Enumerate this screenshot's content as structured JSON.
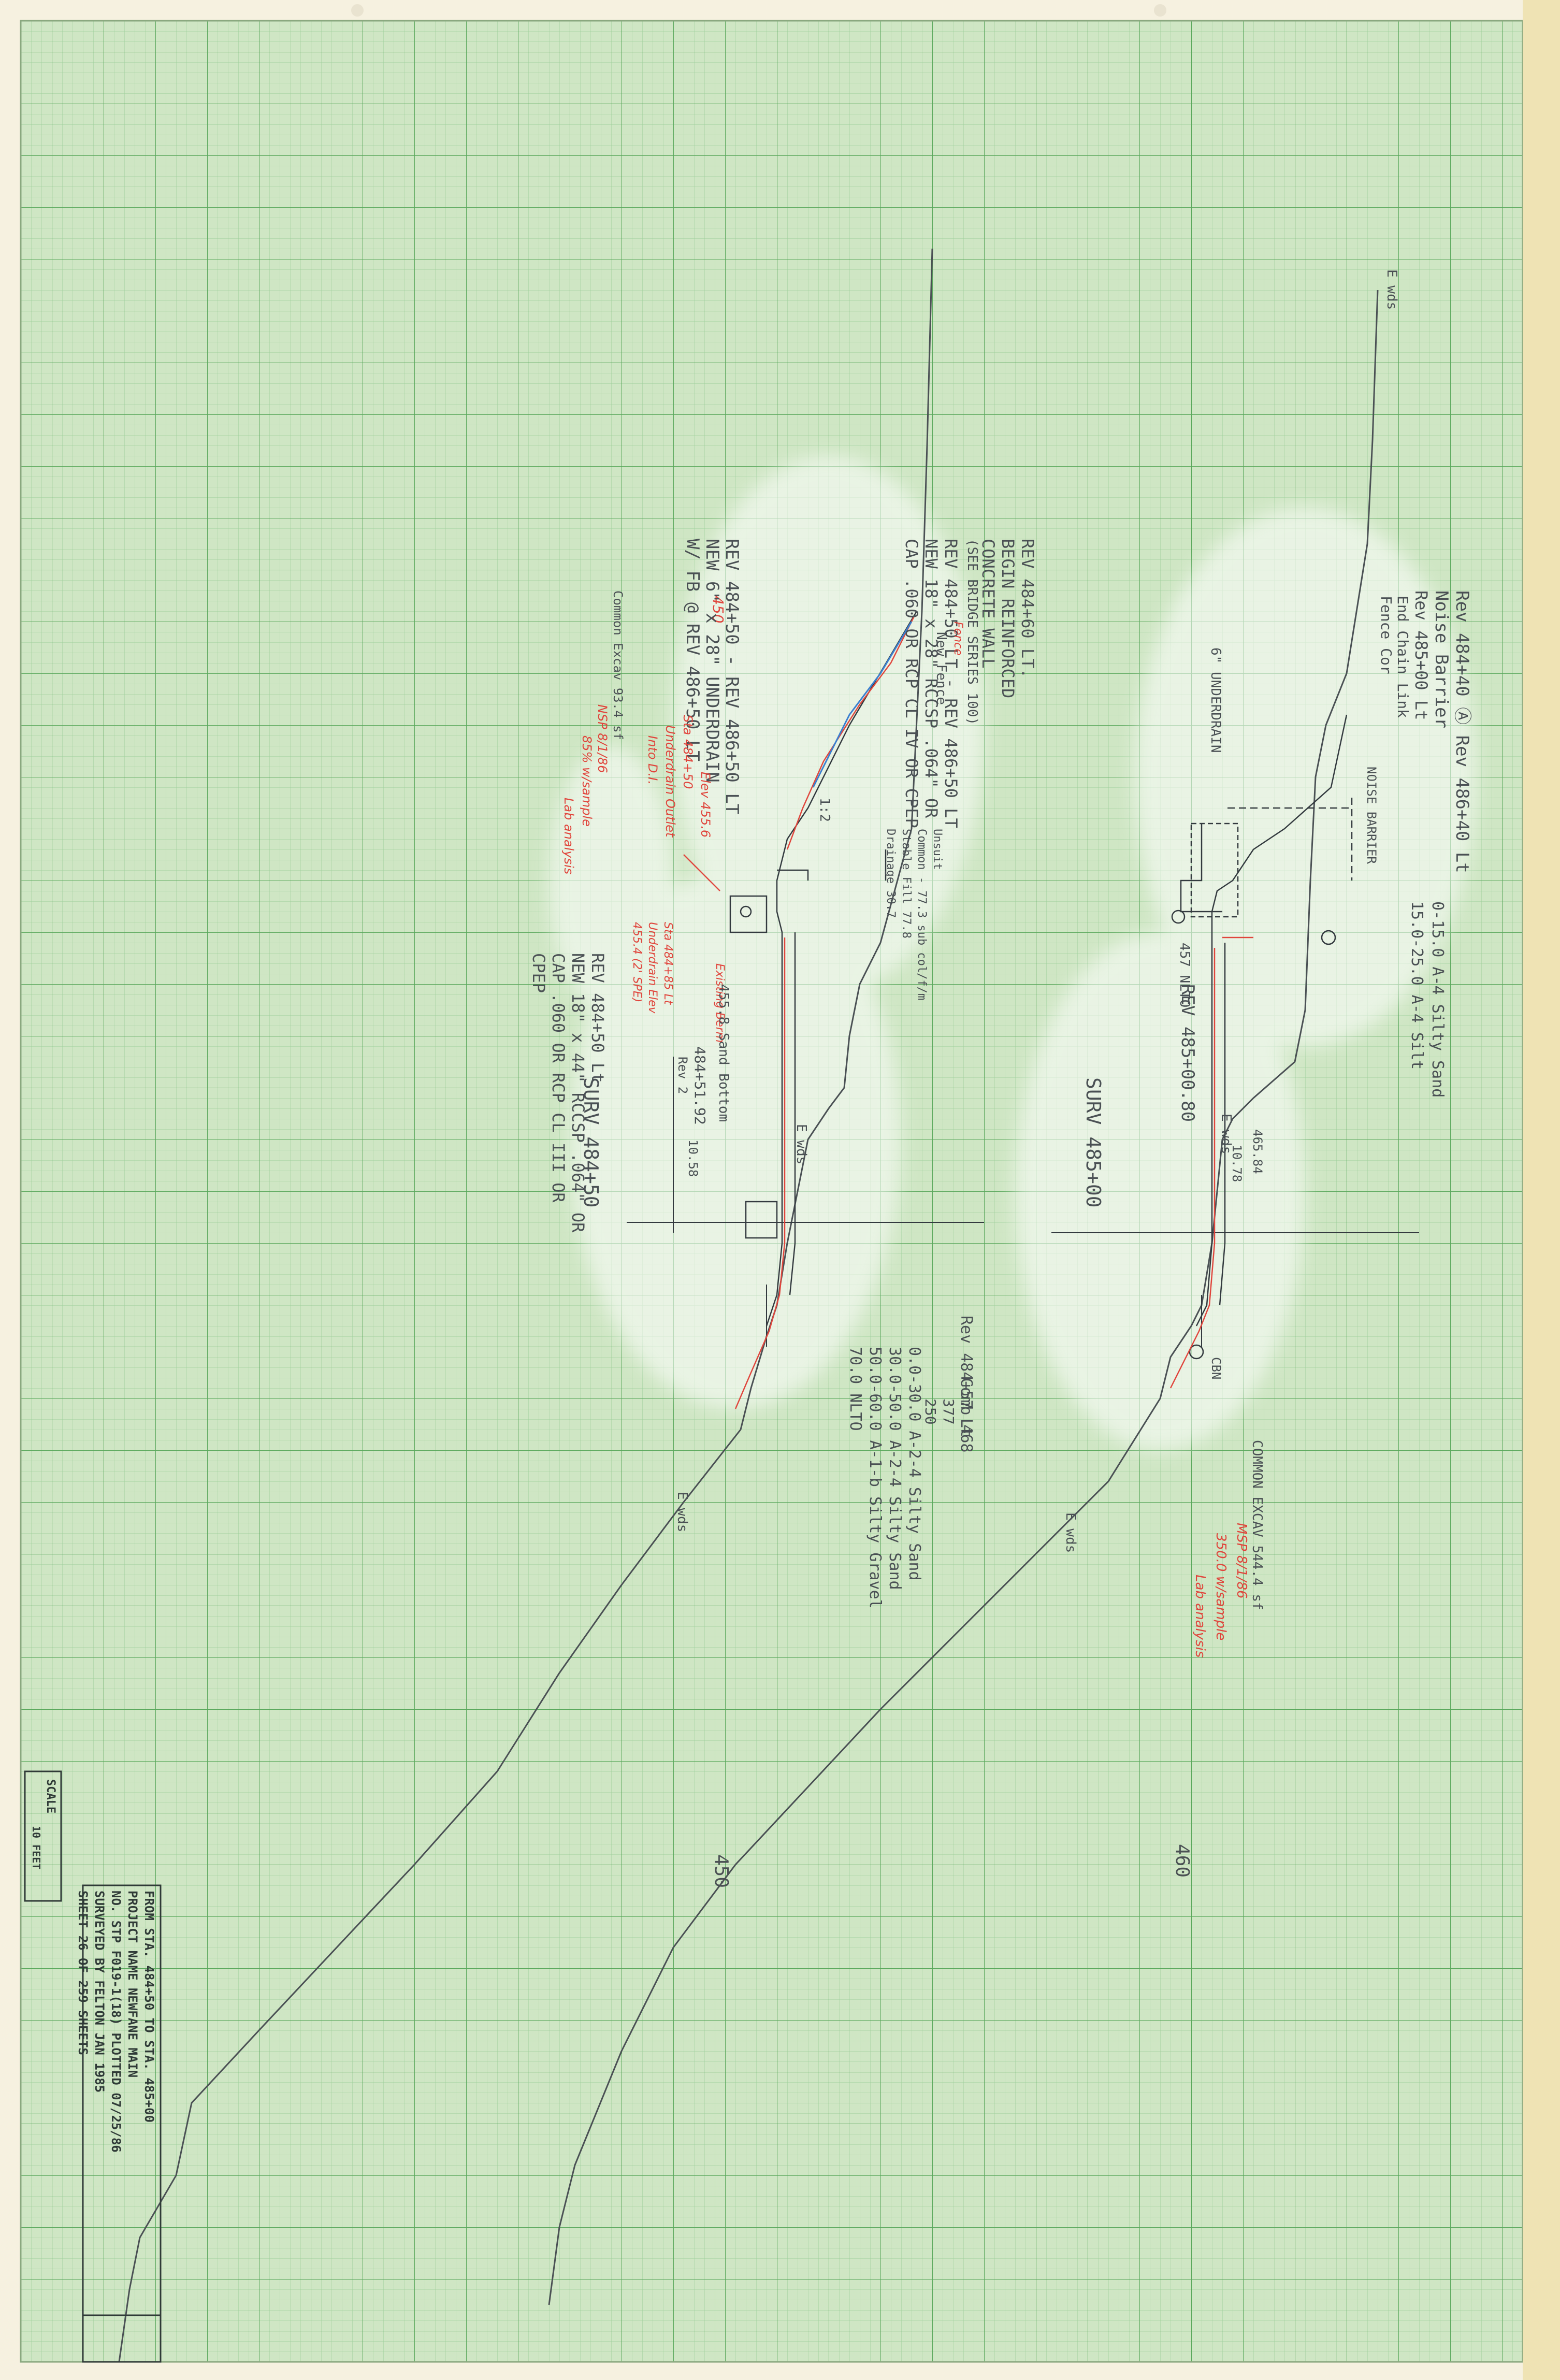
{
  "colors": {
    "paper": "#f6f1e0",
    "grid_paper": "#cfe6c4",
    "grid_minor": "#9ccf9a",
    "grid_major": "#5aa85c",
    "pencil": "#5a5f63",
    "ink_dark": "#333a3f",
    "red_annotation": "#e0453c",
    "blue_line": "#3a7fd0",
    "eraser": "#ffffff"
  },
  "title_block": {
    "line1": "FROM STA.  484+50     TO STA.  485+00",
    "line2": "PROJECT NAME  NEWFANE MAIN",
    "line3": "NO. STP F019-1(18)     PLOTTED 07/25/86",
    "line4": "SURVEYED BY  FELTON        JAN 1985",
    "line5": "SHEET 26  OF 259  SHEETS"
  },
  "scale": {
    "label": "SCALE",
    "value": "10 FEET"
  },
  "section_upper": {
    "station": "SURV 485+00",
    "elev_label": "460",
    "ewds_top": "E wds",
    "ewds_mid": "E wds",
    "ewds_bottom": "E wds",
    "notes": [
      "Rev 484+40 Ⓐ Rev 486+40 Lt",
      "Noise Barrier",
      "Rev 485+00 Lt",
      "End Chain Link",
      "Fence Cor",
      "6\" UNDERDRAIN",
      "NOISE BARRIER",
      "0-15.0 A-4 Silty Sand",
      "15.0-25.0 A-4 Silt",
      "REV 485+00.80",
      "457 NLTO",
      "10.78",
      "465.84",
      "CBN",
      "COMMON EXCAV  544.4 sf",
      "MSP 8/1/86",
      "350.0 w/sample",
      "Lab analysis"
    ]
  },
  "section_lower": {
    "station": "SURV 484+50",
    "elev_label_top": "450",
    "elev_label_bottom": "450",
    "ewds_mid": "E wds",
    "ewds_bottom": "E wds",
    "notes": [
      "REV 484+60 LT.",
      "BEGIN REINFORCED",
      "CONCRETE WALL",
      "(SEE BRIDGE SERIES 100)",
      "REV 484+50 LT - REV 486+50 LT",
      "NEW 18\" x 28\" RCCSP .064\" OR",
      "CAP .060 OR RCP CL IV OR CPEP",
      "REV 484+50 - REV 486+50 LT",
      "NEW 6\" x 28\" UNDERDRAIN",
      "W/ FB @ REV 486+50 LT",
      "New Fence",
      "Fence",
      "1:2",
      "Sta 484+50",
      "Elev 455.6",
      "Underdrain Outlet",
      "Into D.I.",
      "Sta 484+85 Lt",
      "Underdrain Elev",
      "455.4  (2' SPE)",
      "Existing Berm",
      "455.8  Sand Bottom",
      "484+51.92",
      "Rev 2",
      "10.58",
      "Common Excav  93.4 sf",
      "NSP 8/1/86",
      "85% w/sample",
      "Lab analysis",
      "Unsuit",
      "Common - 77.3  sub col/f/m",
      "Stable Fill  77.8",
      "Drainage  30.7",
      "REV 484+50 Lt",
      "NEW 18\" x 44\" RCCSP .064\" OR",
      "CAP .060 OR RCP CL III OR",
      "CPEP",
      "Rev 484+57 Lt",
      "Comb  468",
      "377",
      "250",
      "0.0-30.0  A-2-4 Silty Sand",
      "30.0-50.0  A-2-4 Silty Sand",
      "50.0-60.0  A-1-b Silty Gravel",
      "70.0 NLTO"
    ]
  }
}
